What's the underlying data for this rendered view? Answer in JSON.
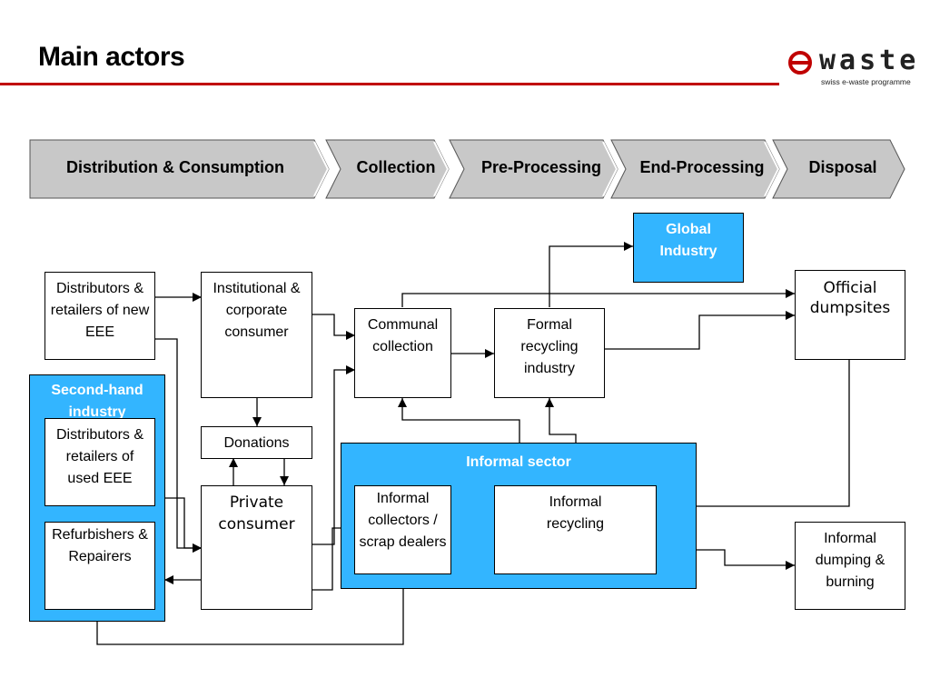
{
  "title": "Main actors",
  "logo": {
    "word": "waste",
    "tagline": "swiss e-waste programme"
  },
  "stages": [
    "Distribution & Consumption",
    "Collection",
    "Pre-Processing",
    "End-Processing",
    "Disposal"
  ],
  "groups": {
    "second_hand": "Second-hand industry",
    "informal_sector": "Informal sector"
  },
  "nodes": {
    "distributors_new": "Distributors & retailers of new EEE",
    "distributors_used": "Distributors & retailers of used EEE",
    "refurbishers": "Refurbishers & Repairers",
    "institutional": "Institutional & corporate consumer",
    "donations": "Donations",
    "private": "Private consumer",
    "communal": "Communal collection",
    "formal_recycling": "Formal recycling industry",
    "global_industry": "Global Industry",
    "official_dumpsites": "Official dumpsites",
    "informal_collectors": "Informal collectors / scrap dealers",
    "informal_recycling": "Informal recycling",
    "informal_dumping": "Informal dumping & burning"
  },
  "colors": {
    "accent_red": "#c00000",
    "blue": "#33b5ff",
    "chevron_fill": "#c8c8c8"
  }
}
